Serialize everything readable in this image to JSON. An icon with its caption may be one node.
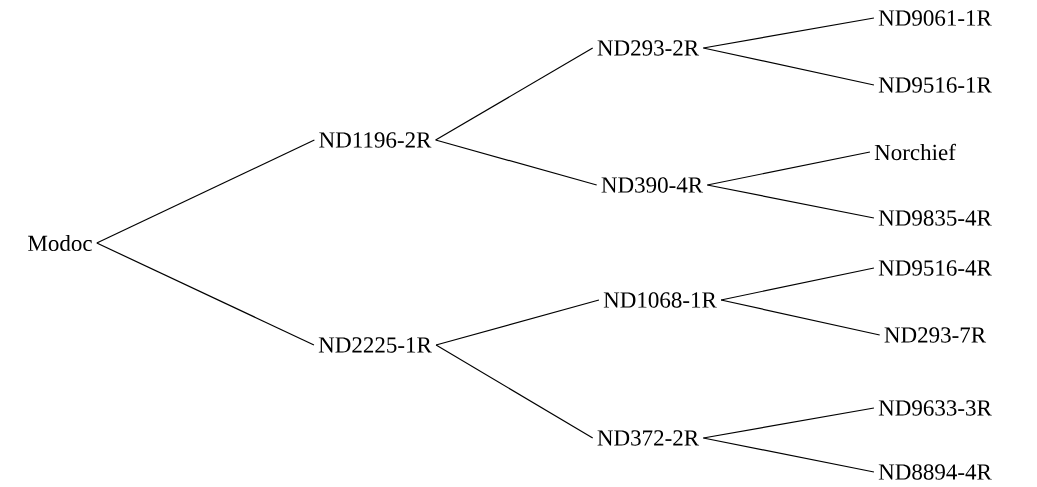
{
  "diagram": {
    "nodes": [
      {
        "text": [
          "Modoc"
        ]
      },
      {
        "text": [
          "ND1196-2R"
        ]
      },
      {
        "text": [
          "ND2225-1R"
        ]
      },
      {
        "text": [
          "ND293-2R"
        ]
      },
      {
        "text": [
          "ND390-4R"
        ]
      },
      {
        "text": [
          "ND1068-1R"
        ]
      },
      {
        "text": [
          "ND372-2R"
        ]
      },
      {
        "text": [
          "ND9061-1R"
        ]
      },
      {
        "text": [
          "ND9516-1R"
        ]
      },
      {
        "text": [
          "Norchief"
        ]
      },
      {
        "text": [
          "ND9835-4R"
        ]
      },
      {
        "text": [
          "ND9516-4R"
        ]
      },
      {
        "text": [
          "ND293-7R"
        ]
      },
      {
        "text": [
          "ND9633-3R"
        ]
      },
      {
        "text": [
          "ND8894-4R"
        ]
      }
    ],
    "edges": [
      {
        "from": 0,
        "to": 1,
        "arrow": "none"
      },
      {
        "from": 0,
        "to": 2,
        "arrow": "none"
      },
      {
        "from": 1,
        "to": 3,
        "arrow": "none"
      },
      {
        "from": 1,
        "to": 4,
        "arrow": "none"
      },
      {
        "from": 2,
        "to": 5,
        "arrow": "none"
      },
      {
        "from": 2,
        "to": 6,
        "arrow": "none"
      },
      {
        "from": 3,
        "to": 7,
        "arrow": "none"
      },
      {
        "from": 3,
        "to": 8,
        "arrow": "none"
      },
      {
        "from": 4,
        "to": 9,
        "arrow": "none"
      },
      {
        "from": 4,
        "to": 10,
        "arrow": "none"
      },
      {
        "from": 5,
        "to": 11,
        "arrow": "none"
      },
      {
        "from": 5,
        "to": 12,
        "arrow": "none"
      },
      {
        "from": 6,
        "to": 13,
        "arrow": "none"
      },
      {
        "from": 6,
        "to": 14,
        "arrow": "none"
      }
    ]
  }
}
